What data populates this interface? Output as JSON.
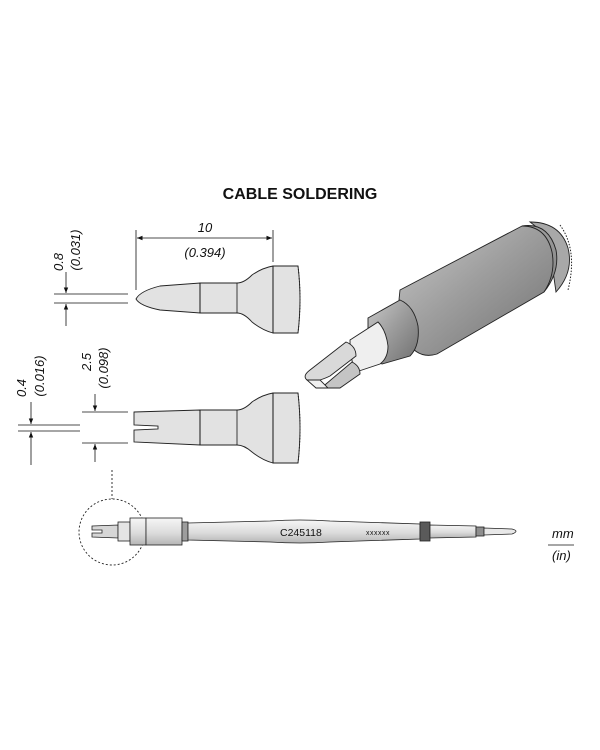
{
  "title": "CABLE SOLDERING",
  "dimensions": {
    "length_mm": "10",
    "length_in": "(0.394)",
    "tip_thickness_mm": "0.8",
    "tip_thickness_in": "(0.031)",
    "slot_width_mm": "0.4",
    "slot_width_in": "(0.016)",
    "tip_width_mm": "2.5",
    "tip_width_in": "(0.098)"
  },
  "cartridge": {
    "part_number": "C245118",
    "serial": "xxxxxx"
  },
  "units": {
    "metric": "mm",
    "imperial": "(in)"
  },
  "colors": {
    "body_gray": "#e2e2e2",
    "dark_gray": "#a9a9a9",
    "line": "#111111"
  }
}
